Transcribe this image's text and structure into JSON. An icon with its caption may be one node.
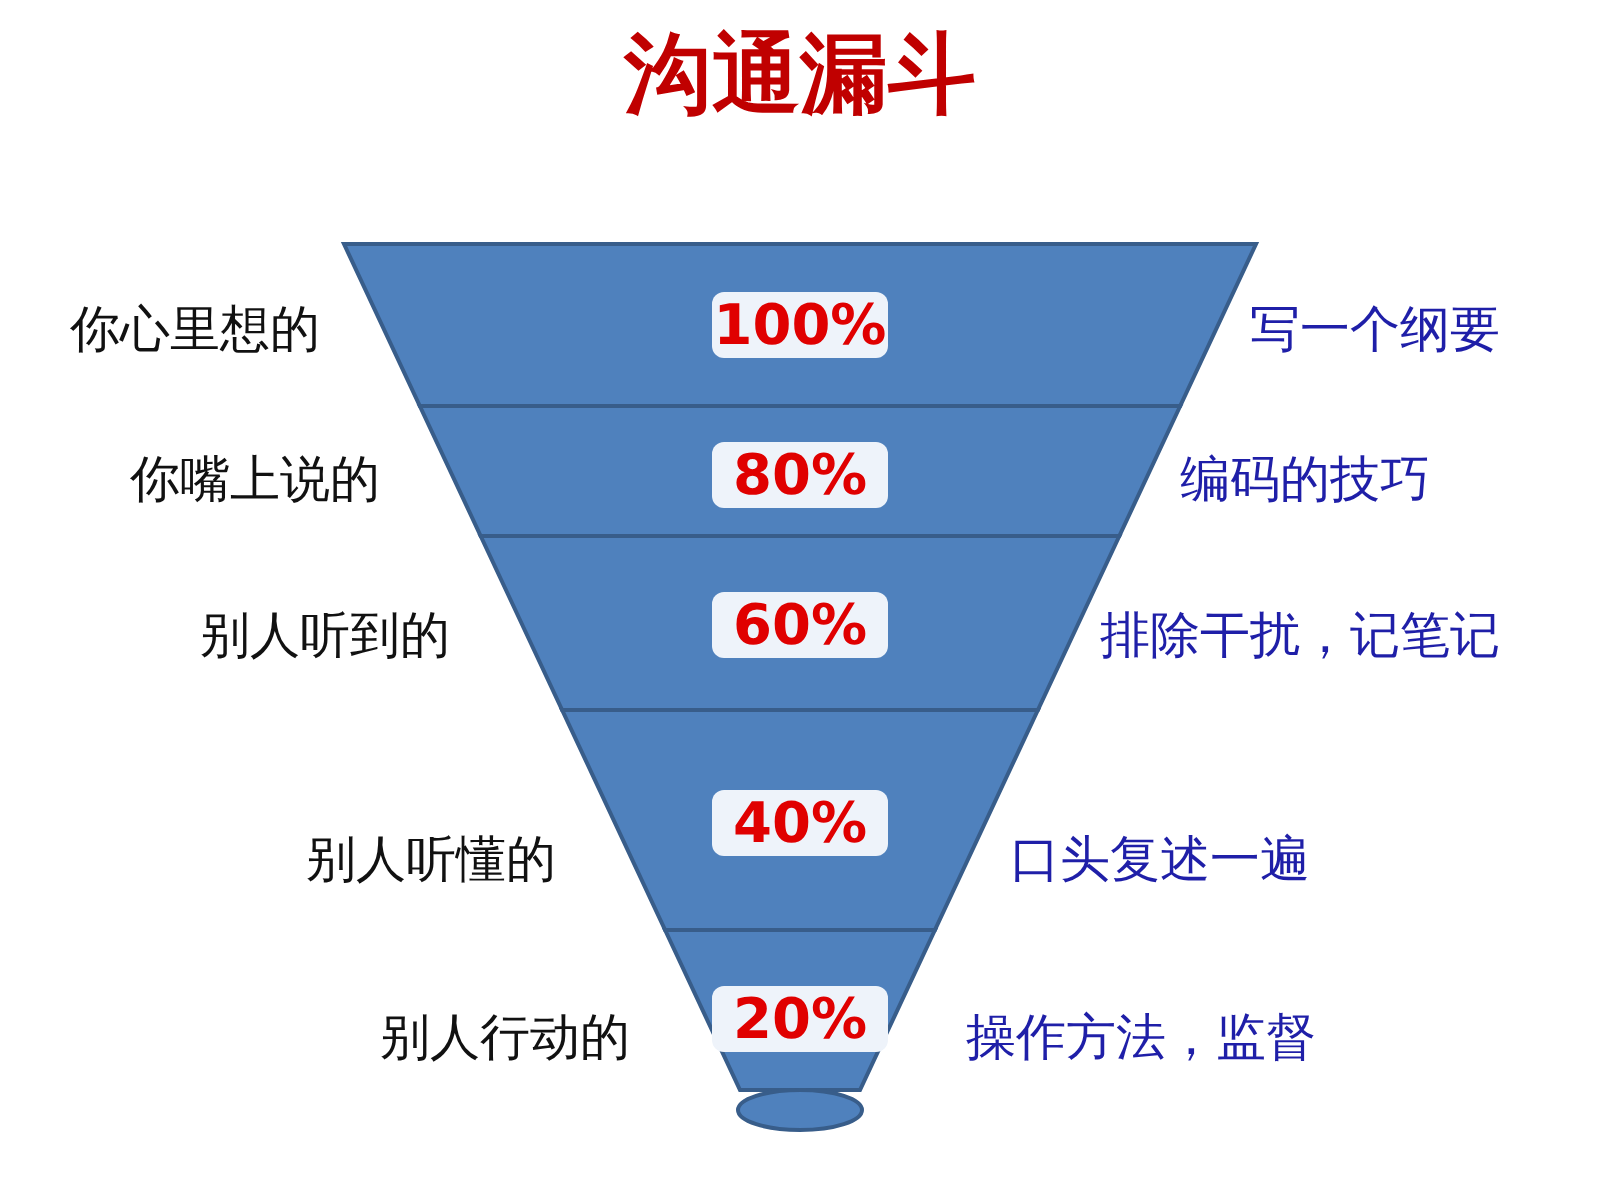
{
  "diagram": {
    "title": "沟通漏斗",
    "nodes": [
      {
        "text": [
          "100%"
        ],
        "beside": [
          "你心里想的",
          "写一个纲要"
        ]
      },
      {
        "text": [
          "80%"
        ],
        "beside": [
          "你嘴上说的",
          "编码的技巧"
        ]
      },
      {
        "text": [
          "60%"
        ],
        "beside": [
          "别人听到的",
          "排除干扰，记笔记"
        ]
      },
      {
        "text": [
          "40%"
        ],
        "beside": [
          "别人听懂的",
          "口头复述一遍"
        ]
      },
      {
        "text": [
          "20%"
        ],
        "beside": [
          "别人行动的",
          "操作方法，监督"
        ]
      }
    ]
  }
}
